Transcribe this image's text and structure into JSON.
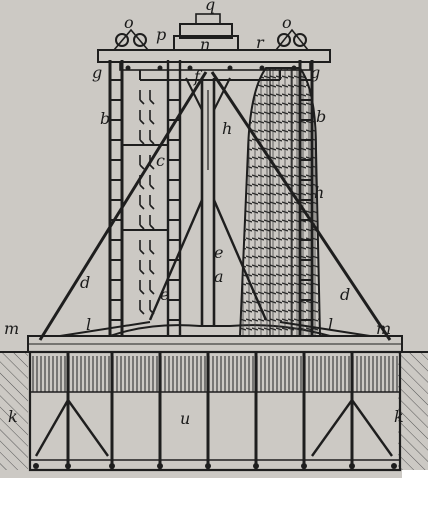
{
  "figure": {
    "labels": {
      "q": "q",
      "o": "o",
      "p": "p",
      "n": "n",
      "r": "r",
      "g": "g",
      "f": "f",
      "b": "b",
      "h": "h",
      "c": "c",
      "e": "e",
      "a": "a",
      "d": "d",
      "m": "m",
      "l": "l",
      "k": "k",
      "u": "u"
    },
    "colors": {
      "paper": "#ccc9c4",
      "ink": "#1e1e1e",
      "hatch": "#555555",
      "background": "#ffffff"
    }
  }
}
